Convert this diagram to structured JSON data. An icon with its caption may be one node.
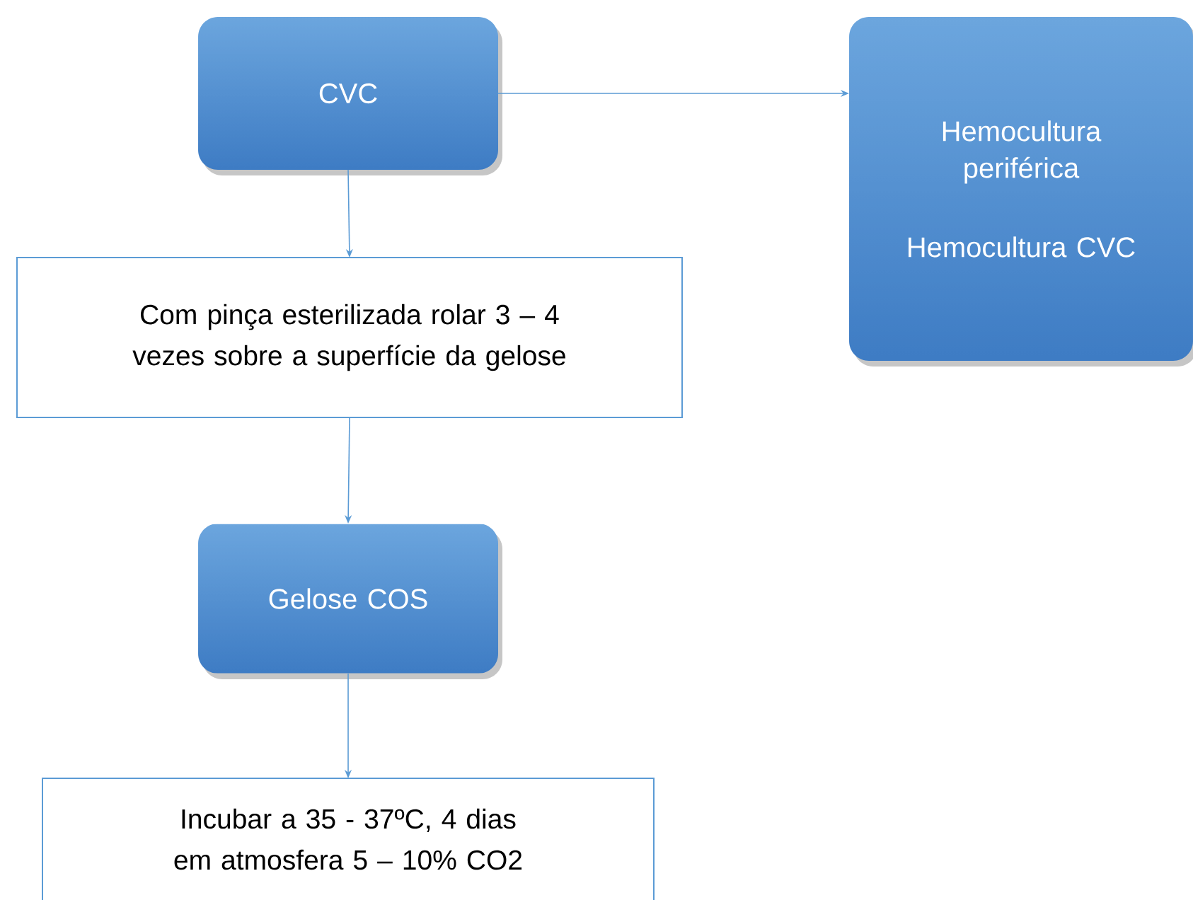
{
  "diagram": {
    "nodes": [
      {
        "text": [
          "CVC"
        ]
      },
      {
        "text": [
          "Hemocultura periférica",
          "Hemocultura CVC"
        ]
      },
      {
        "text": [
          "Com pinça esterilizada rolar 3 – 4 vezes sobre a superfície da gelose"
        ]
      },
      {
        "text": [
          "Gelose COS"
        ]
      },
      {
        "text": [
          "Incubar a 35 - 37ºC, 4 dias em atmosfera 5 – 10% CO2"
        ]
      }
    ],
    "edges": [
      {
        "from": 0,
        "to": 1,
        "arrow": "to"
      },
      {
        "from": 0,
        "to": 2,
        "arrow": "to"
      },
      {
        "from": 2,
        "to": 3,
        "arrow": "to"
      },
      {
        "from": 3,
        "to": 4,
        "arrow": "to"
      }
    ]
  }
}
